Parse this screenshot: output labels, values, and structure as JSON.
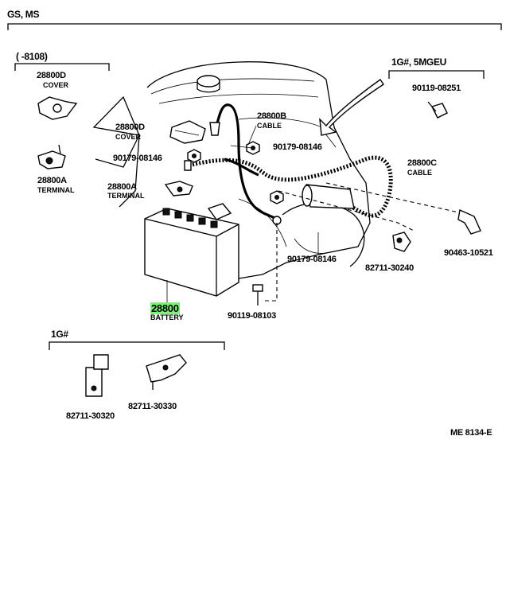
{
  "header": {
    "model_code": "GS, MS"
  },
  "groups": {
    "date_range": "(      -8108)",
    "engine_variant": "1G#, 5MGEU",
    "engine_1g": "1G#"
  },
  "parts": {
    "p28800d_a": {
      "number": "28800D",
      "desc": "COVER"
    },
    "p28800d_b": {
      "number": "28800D",
      "desc": "COVER"
    },
    "p28800a_a": {
      "number": "28800A",
      "desc": "TERMINAL"
    },
    "p28800a_b": {
      "number": "28800A",
      "desc": "TERMINAL"
    },
    "p28800b": {
      "number": "28800B",
      "desc": "CABLE"
    },
    "p28800c": {
      "number": "28800C",
      "desc": "CABLE"
    },
    "p28800": {
      "number": "28800",
      "desc": "BATTERY"
    },
    "p90179_a": {
      "number": "90179-08146"
    },
    "p90179_b": {
      "number": "90179-08146"
    },
    "p90179_c": {
      "number": "90179-08146"
    },
    "p90119_a": {
      "number": "90119-08251"
    },
    "p90119_b": {
      "number": "90119-08103"
    },
    "p90463": {
      "number": "90463-10521"
    },
    "p82711_a": {
      "number": "82711-30240"
    },
    "p82711_b": {
      "number": "82711-30320"
    },
    "p82711_c": {
      "number": "82711-30330"
    }
  },
  "footer": {
    "figure_ref": "ME  8134-E"
  },
  "colors": {
    "highlight": "#7ef07a",
    "ink": "#000000"
  }
}
